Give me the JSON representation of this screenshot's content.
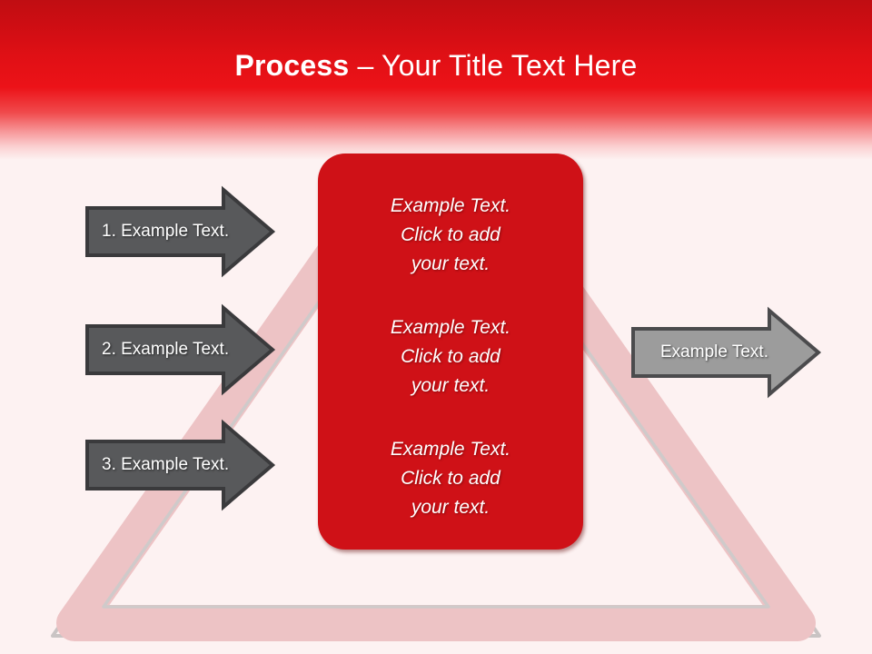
{
  "slide": {
    "title": {
      "bold": "Process",
      "rest": " – Your Title Text Here"
    },
    "background_color": "#FDF2F2",
    "header_color": "#D01217",
    "accent_red": "#CF1117",
    "triangle_band_color": "#EDC3C5",
    "triangle_outline_color": "#C9C4C4"
  },
  "center_box": {
    "fill": "#CF1117",
    "blocks": [
      {
        "id": "block-1",
        "text": "Example Text.\nClick  to add\nyour text."
      },
      {
        "id": "block-2",
        "text": "Example Text.\nClick  to add\nyour text."
      },
      {
        "id": "block-3",
        "text": "Example Text.\nClick  to add\nyour text."
      }
    ]
  },
  "input_arrows": {
    "fill": "#58595B",
    "outline": "#3A3A3C",
    "items": [
      {
        "id": "input-arrow-1",
        "label": "1. Example Text."
      },
      {
        "id": "input-arrow-2",
        "label": "2. Example Text."
      },
      {
        "id": "input-arrow-3",
        "label": "3. Example Text."
      }
    ]
  },
  "output_arrow": {
    "fill": "#9C9C9C",
    "outline": "#4B4B4D",
    "label": "Example Text."
  }
}
